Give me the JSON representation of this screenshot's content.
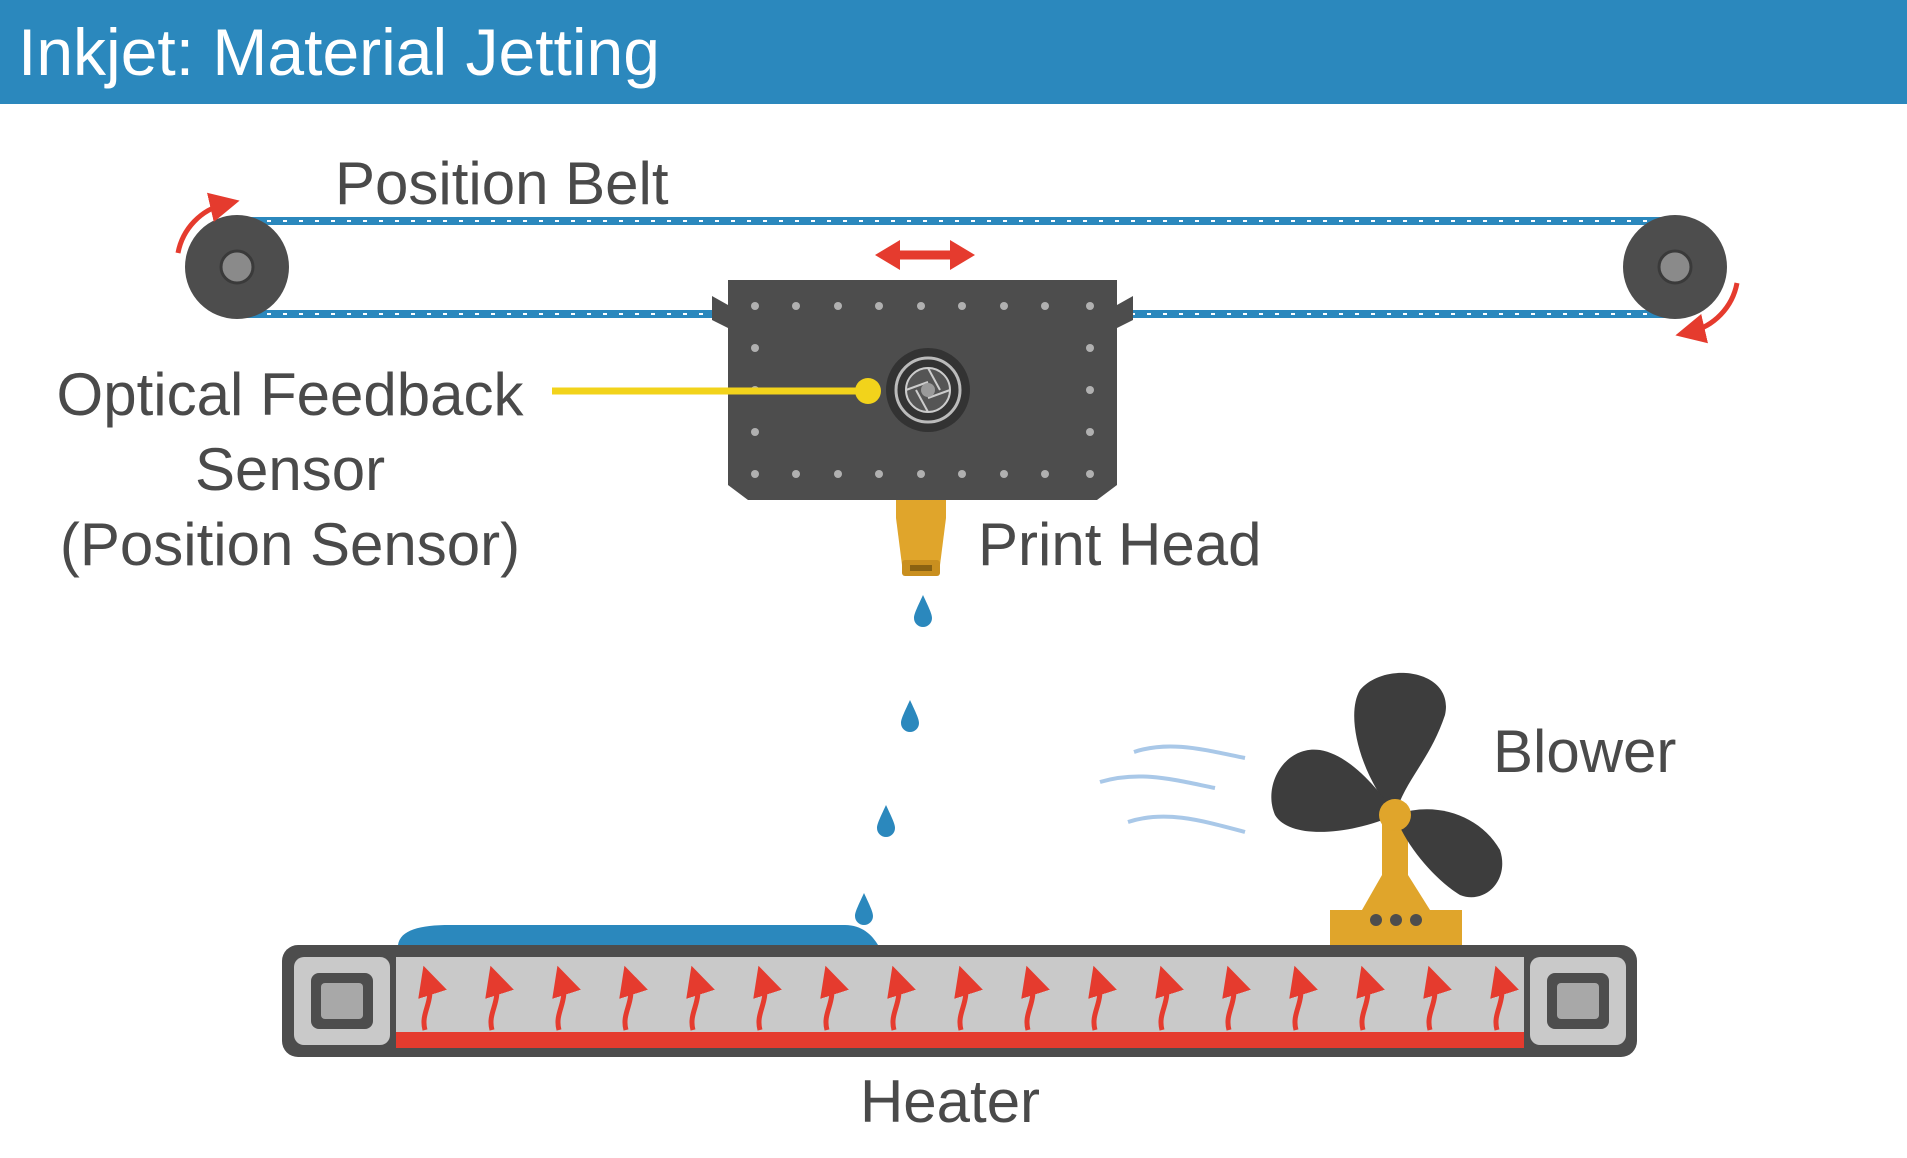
{
  "title": "Inkjet: Material Jetting",
  "labels": {
    "position_belt": "Position Belt",
    "optical_line1": "Optical Feedback",
    "optical_line2": "Sensor",
    "optical_line3": "(Position Sensor)",
    "print_head": "Print Head",
    "blower": "Blower",
    "heater": "Heater"
  },
  "colors": {
    "header": "#2b88bd",
    "belt": "#2b88bd",
    "body_dark": "#4d4d4d",
    "accent_red": "#e53b2e",
    "sensor_yellow": "#f2d31b",
    "nozzle_gold": "#e0a52b",
    "droplet_blue": "#2b88bd",
    "heater_tray": "#c9c9c9"
  }
}
